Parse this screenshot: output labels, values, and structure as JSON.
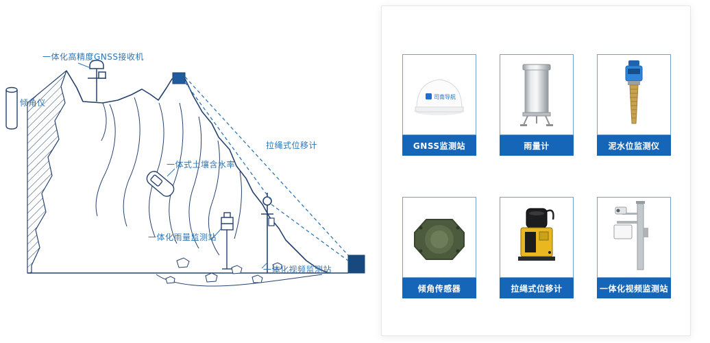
{
  "colors": {
    "outline_navy": "#24406e",
    "label_blue": "#2e75b6",
    "dashed_blue": "#2e75b6",
    "sensor_box_blue": "#1f5b9e",
    "anchor_block_blue": "#17497f",
    "card_border_blue": "#6fa1d6",
    "card_label_bg": "#1565b8",
    "card_label_text": "#ffffff",
    "panel_border": "#e4e7ea"
  },
  "diagram": {
    "labels": {
      "gnss_receiver": "一体化高精度GNSS接收机",
      "inclinometer": "倾角仪",
      "rope_displacement": "拉绳式位移计",
      "soil_moisture": "一体式土壤含水率",
      "rain_station": "一体化雨量监测站",
      "video_station": "一体化视频监测站"
    }
  },
  "panel": {
    "cards": [
      {
        "label": "GNSS监测站",
        "icon": "gnss-dome",
        "logo_text": "司南导航"
      },
      {
        "label": "雨量计",
        "icon": "rain-gauge"
      },
      {
        "label": "泥水位监测仪",
        "icon": "mud-water-level-sensor"
      },
      {
        "label": "倾角传感器",
        "icon": "tilt-sensor"
      },
      {
        "label": "拉绳式位移计",
        "icon": "rope-displacement-meter"
      },
      {
        "label": "一体化视频监测站",
        "icon": "video-monitoring-station"
      }
    ]
  }
}
